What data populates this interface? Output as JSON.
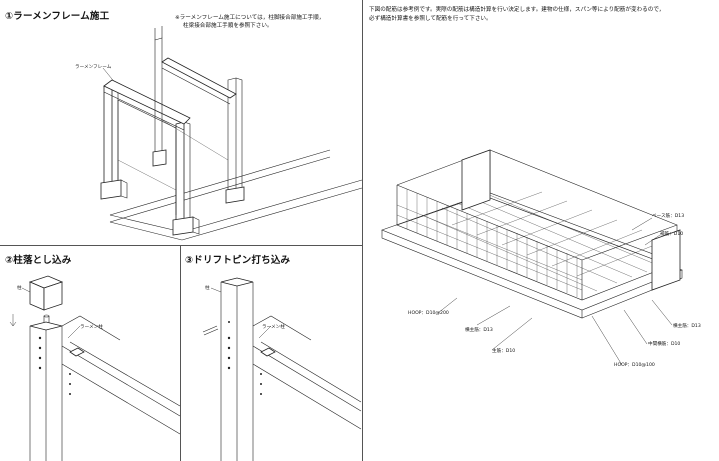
{
  "sections": {
    "rahmen": {
      "title": "①ラーメンフレーム施工",
      "note_lines": [
        "※ラーメンフレーム施工については，柱脚接合部施工手順，",
        "柱梁接合部施工手順を参照下さい。"
      ],
      "label_frame": "ラーメンフレーム"
    },
    "column_drop": {
      "title": "②柱落とし込み",
      "label_column": "柱",
      "label_rahmen_column": "ラーメン柱"
    },
    "drift_pin": {
      "title": "③ドリフトピン打ち込み",
      "label_column": "柱",
      "label_rahmen_column": "ラーメン柱"
    },
    "rebar": {
      "note_lines": [
        "下図の配筋は参考例です。実際の配筋は構造計算を行い決定します。建物の仕様，スパン等により配筋が変わるので，",
        "必ず構造計算書を参照して配筋を行って下さい。"
      ],
      "labels": {
        "base_rebar": "ベース筋：D13",
        "stirrup_top": "補筋：D10",
        "hoop_left": "HOOP：D10@200",
        "main_rebar_left": "横主筋：D13",
        "main_rebar_bottom": "主筋：D10",
        "hoop_bottom": "HOOP：D10@100",
        "middle_rebar": "中間横筋：D10",
        "main_rebar_right": "横主筋：D13"
      }
    }
  }
}
